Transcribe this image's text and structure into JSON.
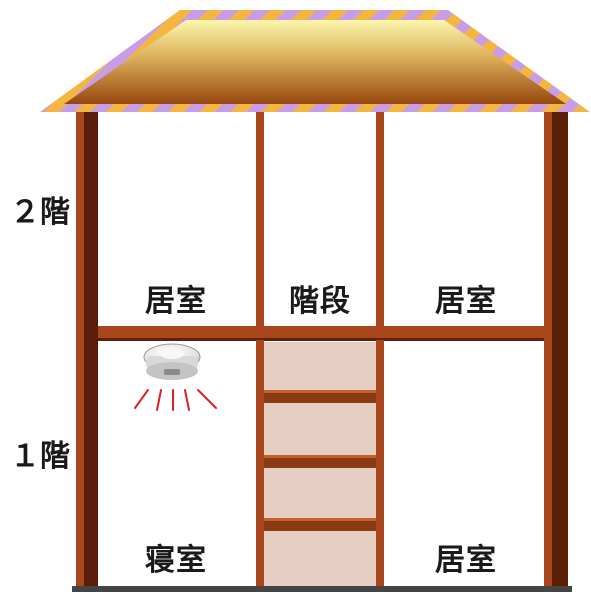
{
  "floors": {
    "second": {
      "label": "２階",
      "rooms": {
        "left": "居室",
        "middle": "階段",
        "right": "居室"
      }
    },
    "first": {
      "label": "１階",
      "rooms": {
        "left": "寝室",
        "right": "居室"
      }
    }
  },
  "colors": {
    "frame": "#a8461c",
    "frame_dark": "#5a1e08",
    "roof_top": "#fbf6a8",
    "roof_bottom": "#9a4a12",
    "roof_trim_a": "#f3b640",
    "roof_trim_b": "#c79be6",
    "stair_fill": "#e6cfc2",
    "alarm_rays": "#e02020",
    "ground": "#444444"
  },
  "icons": {
    "detector": "smoke-alarm-icon"
  }
}
